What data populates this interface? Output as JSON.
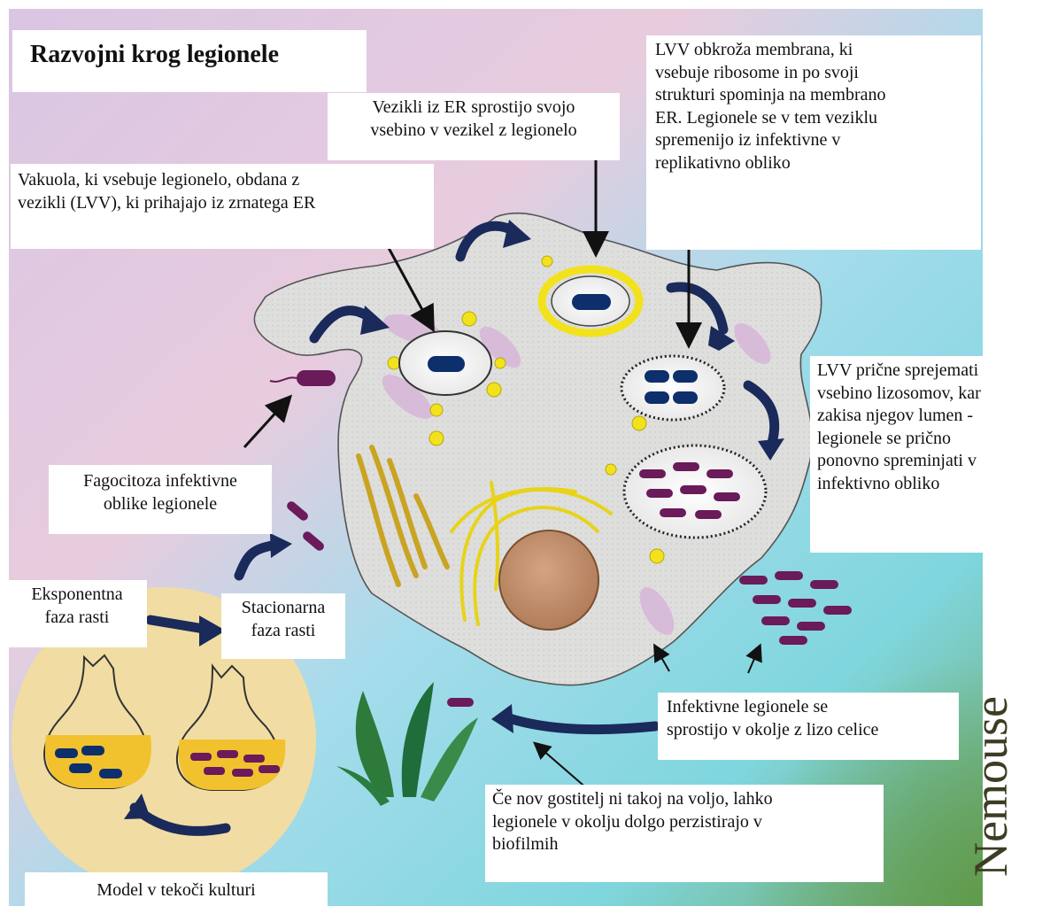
{
  "title": "Razvojni krog legionele",
  "labels": {
    "er_vesicles": [
      "Vezikli iz ER sprostijo svojo",
      "vsebino v vezikel z legionelo"
    ],
    "lvv_membrane": [
      "LVV obkroža membrana, ki",
      "vsebuje ribosome in po svoji",
      "strukturi spominja na membrano",
      "ER. Legionele se v tem veziklu",
      "spremenijo iz infektivne v",
      "replikativno obliko"
    ],
    "vacuole": [
      "Vakuola, ki vsebuje legionelo, obdana z",
      "vezikli (LVV), ki prihajajo iz zrnatega ER"
    ],
    "lysosome": [
      "LVV prične sprejemati",
      "vsebino lizosomov, kar",
      "zakisa njegov lumen -",
      "legionele se prično",
      "ponovno spreminjati v",
      "infektivno obliko"
    ],
    "phagocytosis": [
      "Fagocitoza infektivne",
      "oblike legionele"
    ],
    "exponential": [
      "Eksponentna",
      "faza rasti"
    ],
    "stationary": [
      "Stacionarna",
      "faza rasti"
    ],
    "release": [
      "Infektivne legionele se",
      "sprostijo v okolje z lizo celice"
    ],
    "biofilm": [
      "Če nov gostitelj ni takoj na voljo, lahko",
      "legionele v okolju dolgo perzistirajo v",
      "biofilmih"
    ],
    "culture_model": "Model v tekoči kulturi"
  },
  "watermark": "Nemouse",
  "colors": {
    "bacterium_replicative": "#0d2f6b",
    "bacterium_infective": "#6b1a5a",
    "er_vesicle": "#f2e21e",
    "nucleus": "#c79470",
    "cell": "#e2e1e0",
    "arrow": "#1a2a5a",
    "culture_disc": "#f1dda3"
  }
}
